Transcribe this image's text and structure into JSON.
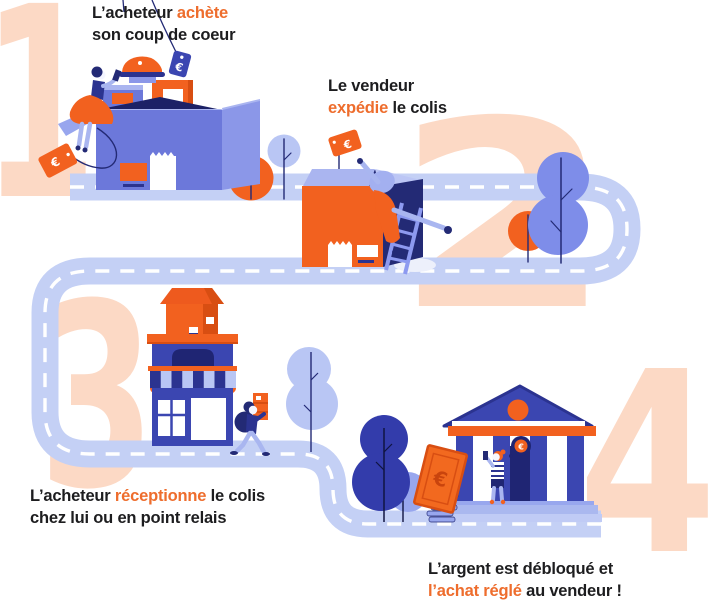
{
  "step_numbers": [
    "1",
    "2",
    "3",
    "4"
  ],
  "captions": {
    "step1": {
      "l1a": "L’acheteur ",
      "l1b": "achète",
      "l2": "son coup de coeur"
    },
    "step2": {
      "l1": "Le vendeur",
      "l2a": "expédie",
      "l2b": " le colis"
    },
    "step3": {
      "l1a": "L’acheteur ",
      "l1b": "réceptionne",
      "l1c": " le colis",
      "l2": "chez lui ou en point relais"
    },
    "step4": {
      "l1": "L’argent est débloqué et",
      "l2a": "l’achat réglé",
      "l2b": " au vendeur !"
    }
  },
  "euro_symbol": "€",
  "palette": {
    "highlight_orange": "#ee6d2d",
    "illustration_orange": "#f2611f",
    "dark_orange": "#d84e12",
    "dark_navy": "#232a75",
    "royal_blue": "#3b46b1",
    "periwinkle": "#6c78da",
    "light_periwinkle": "#b9c6f4",
    "road": "#c4d0f5",
    "watermark_peach": "#fcd9c5",
    "text_dark": "#1d1d1f"
  }
}
